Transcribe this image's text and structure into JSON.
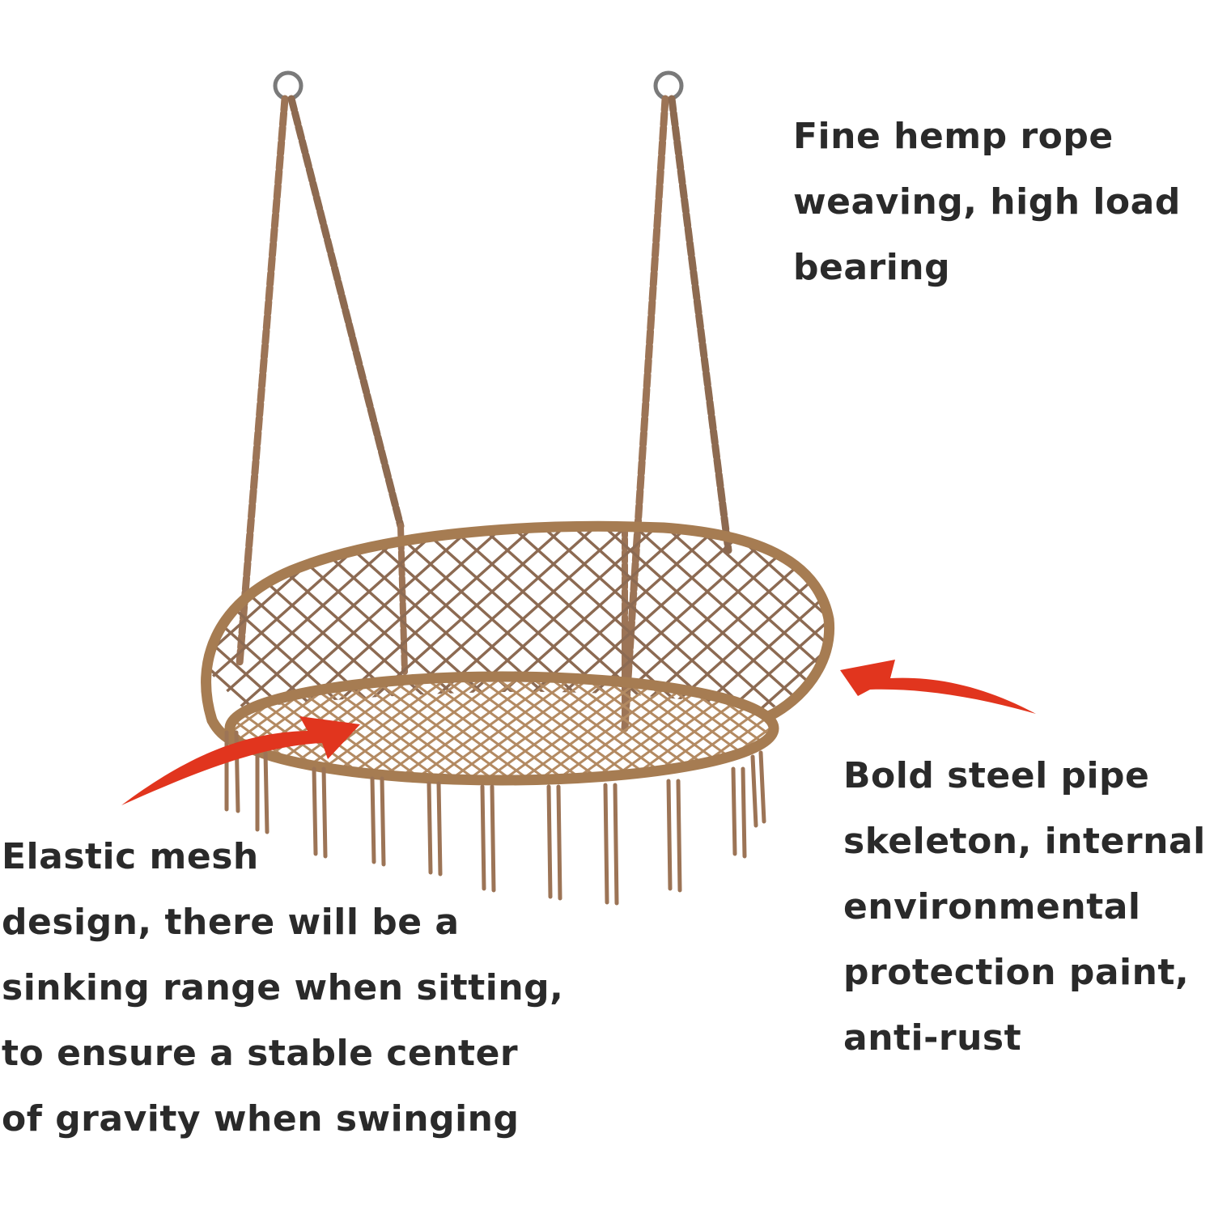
{
  "callouts": {
    "rope": {
      "lines": [
        "Fine hemp rope",
        "weaving, high load",
        "bearing"
      ]
    },
    "pipe": {
      "lines": [
        "Bold steel pipe",
        "skeleton, internal",
        "environmental",
        "protection paint,",
        "anti-rust"
      ]
    },
    "mesh": {
      "lines": [
        "Elastic mesh",
        "design, there will be a",
        "sinking range when sitting,",
        "to ensure a stable center",
        "of gravity when swinging"
      ]
    }
  },
  "colors": {
    "rope": "#9c7456",
    "frame": "#a67c52",
    "arrow": "#e1351e",
    "text": "#2a2a2a"
  },
  "icons": {
    "arrows": [
      "arrow-to-seat-icon",
      "arrow-to-frame-icon"
    ]
  }
}
